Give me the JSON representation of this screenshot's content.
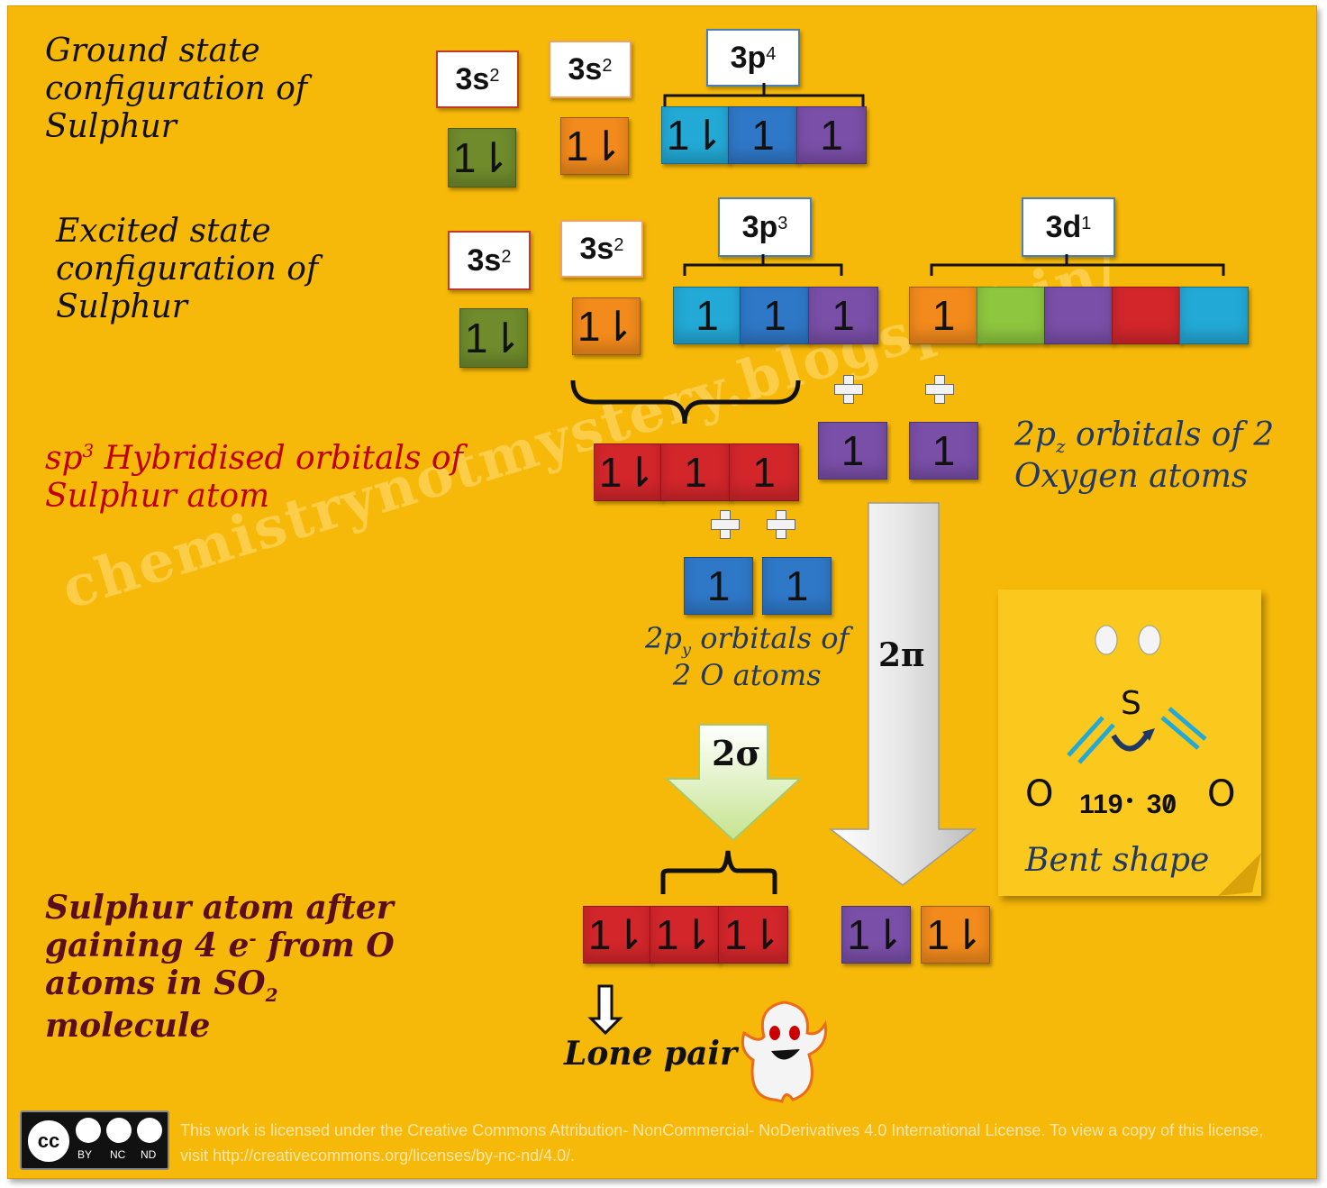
{
  "labels": {
    "ground": [
      "Ground state",
      "configuration of",
      "Sulphur"
    ],
    "excited": [
      "Excited state",
      "configuration of",
      "Sulphur"
    ],
    "sp3_prefix": "sp",
    "sp3_sup": "3",
    "sp3_rest": " Hybridised orbitals of",
    "sp3_line2": "Sulphur atom",
    "pz_line1_a": "2p",
    "pz_sub": "z",
    "pz_line1_b": " orbitals of 2",
    "pz_line2": "Oxygen atoms",
    "py_line1_a": "2p",
    "py_sub": "y",
    "py_line1_b": " orbitals of",
    "py_line2": "2 O atoms",
    "after_line1": "Sulphur atom after",
    "after_line2_a": "gaining 4 e",
    "after_line2_sup": "-",
    "after_line2_b": " from O",
    "after_line3_a": "atoms in SO",
    "after_line3_sub": "2",
    "after_line4": "molecule",
    "lone_pair": "Lone pair",
    "pi": "2π",
    "sigma": "2σ"
  },
  "config_labels": {
    "g3s_a_base": "3s",
    "g3s_a_sup": "2",
    "g3s_b_base": "3s",
    "g3s_b_sup": "2",
    "g3p_base": "3p",
    "g3p_sup": "4",
    "e3s_a_base": "3s",
    "e3s_a_sup": "2",
    "e3s_b_base": "3s",
    "e3s_b_sup": "2",
    "e3p_base": "3p",
    "e3p_sup": "3",
    "e3d_base": "3d",
    "e3d_sup": "1"
  },
  "orbitals": {
    "paired": "1⇂",
    "single": "1"
  },
  "molecule": {
    "atom_s": "S",
    "atom_o1": "O",
    "atom_o2": "O",
    "angle": "119 30",
    "shape": "Bent shape"
  },
  "watermark": "chemistrynotmystery.blogspot.in/",
  "license": {
    "badge": [
      "BY",
      "NC",
      "ND"
    ],
    "text": "This work is licensed under the Creative Commons Attribution- NonCommercial- NoDerivatives 4.0 International License. To view a copy of this license, visit http://creativecommons.org/licenses/by-nc-nd/4.0/."
  },
  "colors": {
    "background": "#f7b909",
    "green": "#6f8b2c",
    "orange": "#f28a1c",
    "cyan": "#23a9d6",
    "blue": "#2f78c8",
    "purple": "#7a4fa8",
    "red": "#d2262b",
    "lime": "#8ec63f"
  }
}
